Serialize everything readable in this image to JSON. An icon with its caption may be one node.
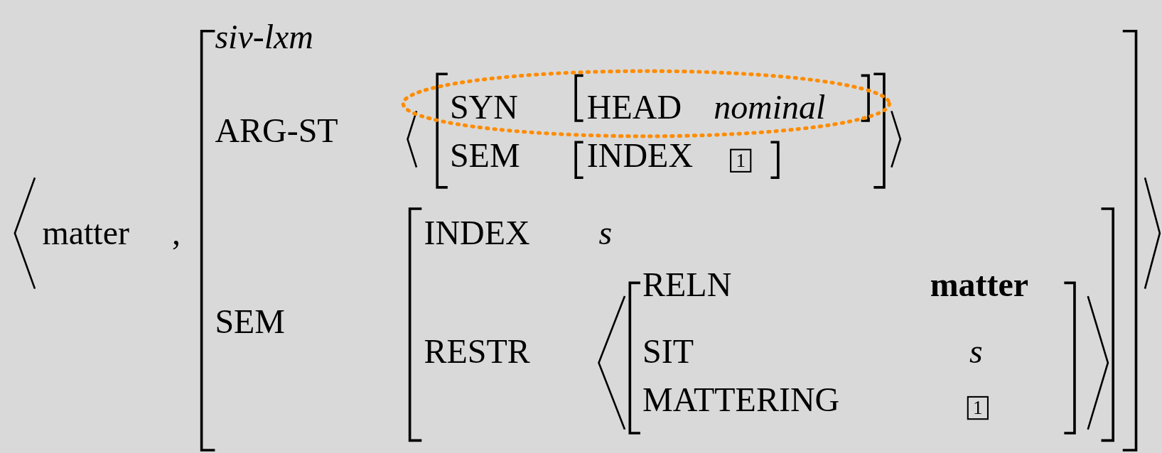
{
  "diagram": {
    "labels": [
      "matter",
      ",",
      "siv-lxm",
      "ARG-ST",
      "SYN",
      "HEAD",
      "nominal",
      "SEM",
      "INDEX",
      "1",
      "SEM",
      "INDEX",
      "s",
      "RESTR",
      "RELN",
      "matter",
      "SIT",
      "s",
      "MATTERING",
      "1"
    ]
  }
}
